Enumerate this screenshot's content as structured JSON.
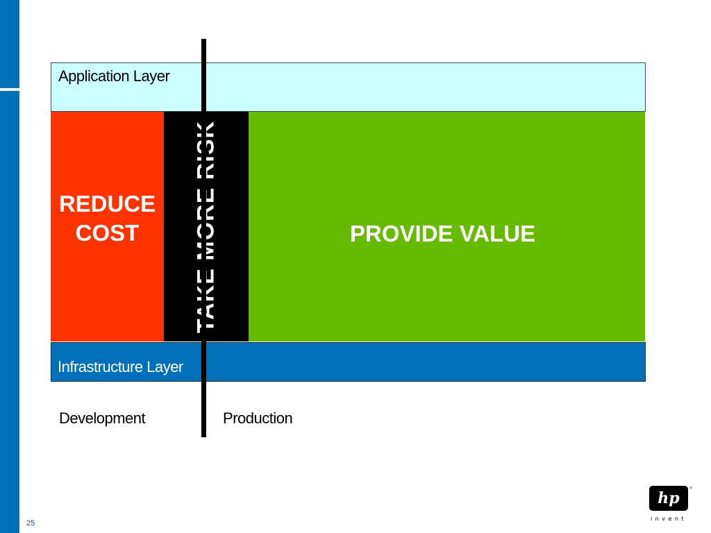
{
  "diagram": {
    "application_layer": "Application Layer",
    "infrastructure_layer": "Infrastructure Layer",
    "reduce_cost": "REDUCE COST",
    "take_more_risk": "TAKE MORE RISK",
    "provide_value": "PROVIDE VALUE",
    "development": "Development",
    "production": "Production"
  },
  "slide": {
    "page_number": "25"
  },
  "logo": {
    "brand": "hp",
    "tagline": "invent"
  },
  "colors": {
    "side_bar": "#0071b9",
    "application_layer": "#ccfdfd",
    "infrastructure_layer": "#0071b9",
    "reduce_cost": "#ff3300",
    "take_more_risk": "#000000",
    "provide_value": "#66bb00"
  }
}
